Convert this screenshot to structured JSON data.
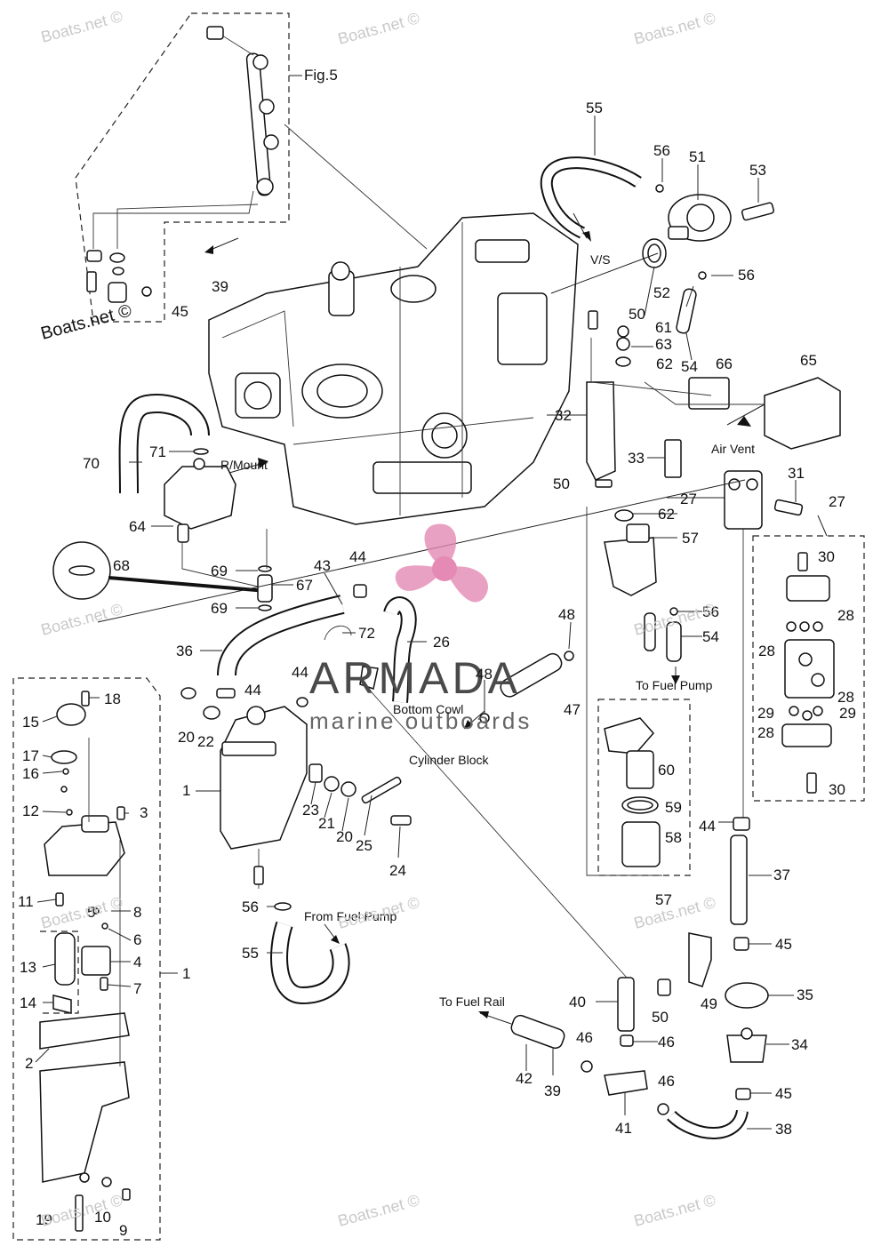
{
  "diagram": {
    "parts": [
      {
        "id": "fig5",
        "label": "Fig.5"
      },
      {
        "id": "p1a",
        "label": "1"
      },
      {
        "id": "p1b",
        "label": "1"
      },
      {
        "id": "p2",
        "label": "2"
      },
      {
        "id": "p3",
        "label": "3"
      },
      {
        "id": "p4",
        "label": "4"
      },
      {
        "id": "p5",
        "label": "5"
      },
      {
        "id": "p6",
        "label": "6"
      },
      {
        "id": "p7",
        "label": "7"
      },
      {
        "id": "p8",
        "label": "8"
      },
      {
        "id": "p9",
        "label": "9"
      },
      {
        "id": "p10",
        "label": "10"
      },
      {
        "id": "p11",
        "label": "11"
      },
      {
        "id": "p12",
        "label": "12"
      },
      {
        "id": "p13",
        "label": "13"
      },
      {
        "id": "p14",
        "label": "14"
      },
      {
        "id": "p15",
        "label": "15"
      },
      {
        "id": "p16",
        "label": "16"
      },
      {
        "id": "p17",
        "label": "17"
      },
      {
        "id": "p18",
        "label": "18"
      },
      {
        "id": "p19",
        "label": "19"
      },
      {
        "id": "p20a",
        "label": "20"
      },
      {
        "id": "p20b",
        "label": "20"
      },
      {
        "id": "p21",
        "label": "21"
      },
      {
        "id": "p22",
        "label": "22"
      },
      {
        "id": "p23",
        "label": "23"
      },
      {
        "id": "p24",
        "label": "24"
      },
      {
        "id": "p25",
        "label": "25"
      },
      {
        "id": "p26",
        "label": "26"
      },
      {
        "id": "p27a",
        "label": "27"
      },
      {
        "id": "p27b",
        "label": "27"
      },
      {
        "id": "p28a",
        "label": "28"
      },
      {
        "id": "p28b",
        "label": "28"
      },
      {
        "id": "p28c",
        "label": "28"
      },
      {
        "id": "p28d",
        "label": "28"
      },
      {
        "id": "p29a",
        "label": "29"
      },
      {
        "id": "p29b",
        "label": "29"
      },
      {
        "id": "p30a",
        "label": "30"
      },
      {
        "id": "p30b",
        "label": "30"
      },
      {
        "id": "p31",
        "label": "31"
      },
      {
        "id": "p32",
        "label": "32"
      },
      {
        "id": "p33",
        "label": "33"
      },
      {
        "id": "p34",
        "label": "34"
      },
      {
        "id": "p35",
        "label": "35"
      },
      {
        "id": "p36",
        "label": "36"
      },
      {
        "id": "p37",
        "label": "37"
      },
      {
        "id": "p38",
        "label": "38"
      },
      {
        "id": "p39a",
        "label": "39"
      },
      {
        "id": "p39b",
        "label": "39"
      },
      {
        "id": "p40",
        "label": "40"
      },
      {
        "id": "p41",
        "label": "41"
      },
      {
        "id": "p42",
        "label": "42"
      },
      {
        "id": "p43",
        "label": "43"
      },
      {
        "id": "p44a",
        "label": "44"
      },
      {
        "id": "p44b",
        "label": "44"
      },
      {
        "id": "p44c",
        "label": "44"
      },
      {
        "id": "p44d",
        "label": "44"
      },
      {
        "id": "p45a",
        "label": "45"
      },
      {
        "id": "p45b",
        "label": "45"
      },
      {
        "id": "p45c",
        "label": "45"
      },
      {
        "id": "p46a",
        "label": "46"
      },
      {
        "id": "p46b",
        "label": "46"
      },
      {
        "id": "p46c",
        "label": "46"
      },
      {
        "id": "p47",
        "label": "47"
      },
      {
        "id": "p48a",
        "label": "48"
      },
      {
        "id": "p48b",
        "label": "48"
      },
      {
        "id": "p49",
        "label": "49"
      },
      {
        "id": "p50a",
        "label": "50"
      },
      {
        "id": "p50b",
        "label": "50"
      },
      {
        "id": "p50c",
        "label": "50"
      },
      {
        "id": "p51",
        "label": "51"
      },
      {
        "id": "p52",
        "label": "52"
      },
      {
        "id": "p53",
        "label": "53"
      },
      {
        "id": "p54a",
        "label": "54"
      },
      {
        "id": "p54b",
        "label": "54"
      },
      {
        "id": "p55a",
        "label": "55"
      },
      {
        "id": "p55b",
        "label": "55"
      },
      {
        "id": "p56a",
        "label": "56"
      },
      {
        "id": "p56b",
        "label": "56"
      },
      {
        "id": "p56c",
        "label": "56"
      },
      {
        "id": "p56d",
        "label": "56"
      },
      {
        "id": "p57a",
        "label": "57"
      },
      {
        "id": "p57b",
        "label": "57"
      },
      {
        "id": "p58",
        "label": "58"
      },
      {
        "id": "p59",
        "label": "59"
      },
      {
        "id": "p60",
        "label": "60"
      },
      {
        "id": "p61",
        "label": "61"
      },
      {
        "id": "p62a",
        "label": "62"
      },
      {
        "id": "p62b",
        "label": "62"
      },
      {
        "id": "p63",
        "label": "63"
      },
      {
        "id": "p64",
        "label": "64"
      },
      {
        "id": "p65",
        "label": "65"
      },
      {
        "id": "p66",
        "label": "66"
      },
      {
        "id": "p67",
        "label": "67"
      },
      {
        "id": "p68",
        "label": "68"
      },
      {
        "id": "p69a",
        "label": "69"
      },
      {
        "id": "p69b",
        "label": "69"
      },
      {
        "id": "p70",
        "label": "70"
      },
      {
        "id": "p71",
        "label": "71"
      },
      {
        "id": "p72",
        "label": "72"
      }
    ],
    "annotations": {
      "vs": "V/S",
      "air_vent": "Air Vent",
      "r_mount": "R/Mount",
      "to_fuel_pump": "To Fuel Pump",
      "bottom_cowl": "Bottom Cowl",
      "cylinder_block": "Cylinder Block",
      "from_fuel_pump": "From Fuel Pump",
      "to_fuel_rail": "To Fuel Rail"
    },
    "watermarks": [
      "Boats.net ©",
      "Boats.net ©"
    ],
    "brand": {
      "name": "ARMADA",
      "tagline": "marine outboards",
      "color": "#e48ab4"
    }
  }
}
